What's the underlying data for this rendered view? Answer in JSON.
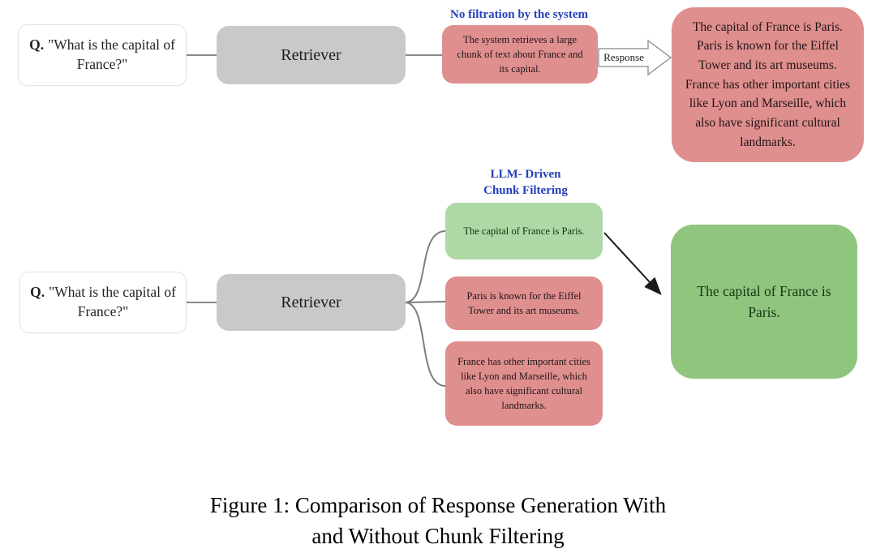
{
  "figure": {
    "caption_line1": "Figure 1: Comparison of Response Generation With",
    "caption_line2": "and Without Chunk Filtering"
  },
  "colors": {
    "pink_box": "#df8f8e",
    "light_green_box": "#aed8a5",
    "green_box": "#90c57e",
    "gray_box": "#c9c9c9",
    "blue_label": "#2540bb",
    "connector_gray": "#7d7d7d",
    "arrow_black": "#1a1a1a",
    "background": "#ffffff"
  },
  "top_flow": {
    "label": "No filtration by the system",
    "q_prefix": "Q.",
    "q_text": "\"What is the capital of France?\"",
    "retriever_label": "Retriever",
    "chunk_text": "The system retrieves a large chunk of text about France and its capital.",
    "response_arrow_label": "Response",
    "output_text": "The capital of France is Paris. Paris is known for the Eiffel Tower and its art museums. France has other important cities like Lyon and Marseille, which also have significant cultural landmarks."
  },
  "bottom_flow": {
    "label_line1": "LLM- Driven",
    "label_line2": "Chunk Filtering",
    "q_prefix": "Q.",
    "q_text": "\"What is the capital of France?\"",
    "retriever_label": "Retriever",
    "chunks": [
      {
        "type": "kept",
        "text": "The capital of France is Paris."
      },
      {
        "type": "filtered",
        "text": "Paris is known for the Eiffel Tower and its art museums."
      },
      {
        "type": "filtered",
        "text": "France has other important cities like Lyon and Marseille, which also have significant cultural landmarks."
      }
    ],
    "output_text": "The capital of France is Paris."
  }
}
